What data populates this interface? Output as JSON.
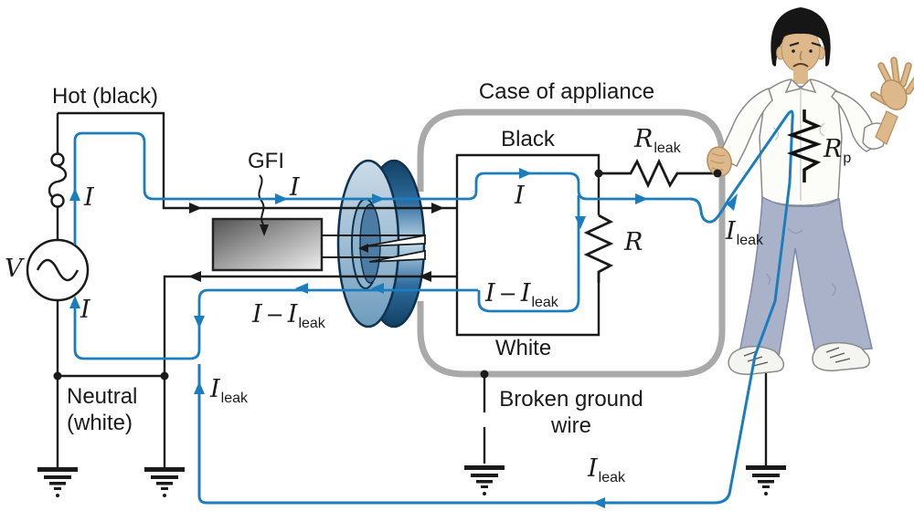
{
  "figure": {
    "type": "circuit-diagram",
    "subject": "GFI ground fault interrupter with broken ground wire and person receiving leakage current"
  },
  "colors": {
    "wire_blue": "#1b7dbe",
    "wire_black": "#1a1a1a",
    "case_gray": "#a9a9a9",
    "toroid_navy": "#0e3350",
    "skin": "#dcb88a",
    "shirt": "#fcfcf9",
    "pants": "#a9b2c9",
    "hair": "#161616"
  },
  "labels": {
    "hot": "Hot (black)",
    "neutral1": "Neutral",
    "neutral2": "(white)",
    "v": "V",
    "i": "I",
    "gfi": "GFI",
    "case_of_appliance": "Case of appliance",
    "black": "Black",
    "white": "White",
    "r": "R",
    "minus": "−",
    "leak": "leak",
    "p": "p",
    "broken1": "Broken ground",
    "broken2": "wire"
  }
}
